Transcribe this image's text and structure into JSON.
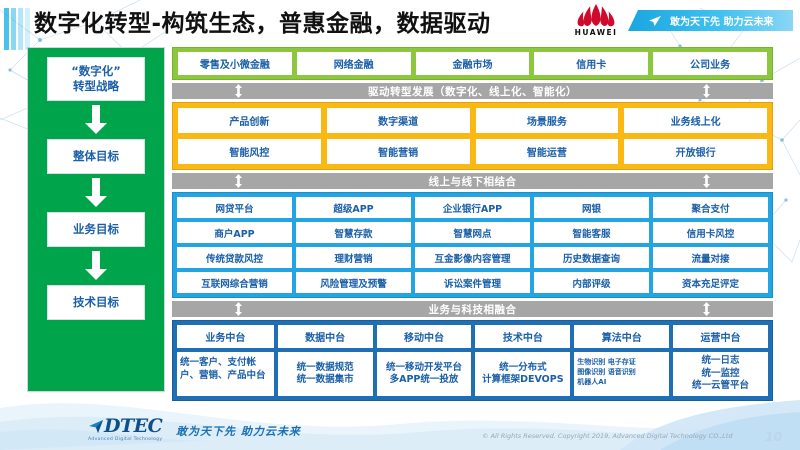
{
  "header": {
    "title": "数字化转型-构筑生态，普惠金融，数据驱动",
    "brand_name": "HUAWEI",
    "banner_slogan": "敢为天下先 助力云未来"
  },
  "strategy": {
    "items": [
      {
        "label": "“数字化”\n转型战略"
      },
      {
        "label": "整体目标"
      },
      {
        "label": "业务目标"
      },
      {
        "label": "技术目标"
      }
    ]
  },
  "business_lines": {
    "cells": [
      "零售及小微金融",
      "网络金融",
      "金融市场",
      "信用卡",
      "公司业务"
    ]
  },
  "dividers": {
    "drive": "驱动转型发展（数字化、线上化、智能化）",
    "online_offline": "线上与线下相结合",
    "business_tech": "业务与科技相融合"
  },
  "overall_goals": {
    "rows": [
      [
        "产品创新",
        "数字渠道",
        "场景服务",
        "业务线上化"
      ],
      [
        "智能风控",
        "智能营销",
        "智能运营",
        "开放银行"
      ]
    ]
  },
  "business_goals": {
    "rows": [
      [
        "网贷平台",
        "超级APP",
        "企业银行APP",
        "网银",
        "聚合支付"
      ],
      [
        "商户APP",
        "智慧存款",
        "智慧网点",
        "智能客服",
        "信用卡风控"
      ],
      [
        "传统贷款风控",
        "理财营销",
        "互金影像内容管理",
        "历史数据查询",
        "流量对接"
      ],
      [
        "互联网综合营销",
        "风险管理及预警",
        "诉讼案件管理",
        "内部评级",
        "资本充足评定"
      ]
    ]
  },
  "tech_goals": {
    "columns": [
      {
        "head": "业务中台",
        "body": "统一客户、支付帐户、营销、产品中台"
      },
      {
        "head": "数据中台",
        "body": "统一数据规范\n统一数据集市"
      },
      {
        "head": "移动中台",
        "body": "统一移动开发平台\n多APP统一投放"
      },
      {
        "head": "技术中台",
        "body": "统一分布式\n计算框架DEVOPS"
      },
      {
        "head": "算法中台",
        "body": "生物识别 电子存证\n图像识别 语音识别\n机器人AI"
      },
      {
        "head": "运营中台",
        "body": "统一日志\n统一监控\n统一云管平台"
      }
    ]
  },
  "footer": {
    "logo_text": "DTEC",
    "logo_sub": "Advanced Digital Technology",
    "slogan": "敢为天下先  助力云未来",
    "copyright": "© All Rights Reserved. Copyright 2019, Advanced Digital Technology CO.,Ltd",
    "page_number": "10"
  },
  "colors": {
    "green_sidebar": "#00a44b",
    "green_bar": "#8dc63f",
    "orange": "#fbb713",
    "blue": "#22a5e2",
    "navy": "#1f6fb5",
    "gray_divider": "#a6a6a6",
    "text_blue": "#1a5fa8",
    "huawei_red": "#cf0a2c"
  }
}
